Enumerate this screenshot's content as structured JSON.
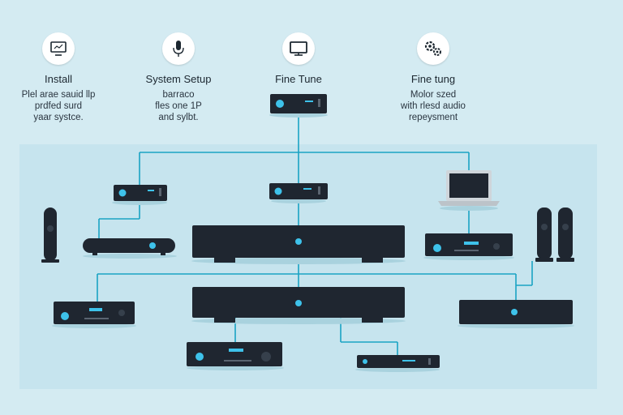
{
  "steps": [
    {
      "title": "Install",
      "desc": [
        "Plel arae sauid llp",
        "prdfed surd",
        "yaar systce."
      ],
      "icon": "monitor-icon"
    },
    {
      "title": "System Setup",
      "desc": [
        "barraco",
        "fles one 1P",
        "and sylbt."
      ],
      "icon": "microphone-icon"
    },
    {
      "title": "Fine Tune",
      "desc": [],
      "icon": "monitor-icon"
    },
    {
      "title": "Fine tung",
      "desc": [
        "Molor szed",
        "with rlesd audio",
        "repeysment"
      ],
      "icon": "gears-icon"
    }
  ],
  "colors": {
    "background": "#d4ebf2",
    "panel": "#c6e4ee",
    "line": "#1aa3c4",
    "device": "#1f2630",
    "led": "#3ec2ea"
  }
}
